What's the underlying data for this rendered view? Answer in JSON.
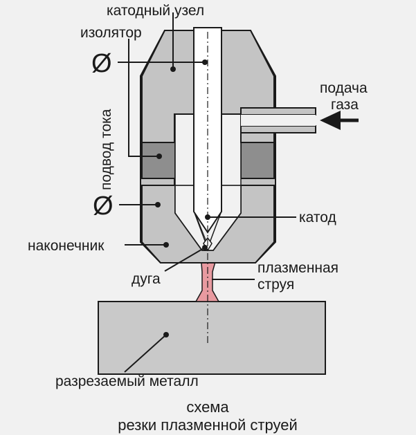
{
  "labels": {
    "cathode_assembly": "катодный узел",
    "insulator": "изолятор",
    "gas_supply_line1": "подача",
    "gas_supply_line2": "газа",
    "current_supply": "подвод тока",
    "cathode": "катод",
    "nozzle_tip": "наконечник",
    "arc": "дуга",
    "plasma_jet_line1": "плазменная",
    "plasma_jet_line2": "струя",
    "cut_metal": "разрезаемый металл"
  },
  "caption": {
    "line1": "схема",
    "line2": "резки плазменной струей"
  },
  "symbols": {
    "terminal_top": "Ø",
    "terminal_bottom": "Ø"
  },
  "colors": {
    "background": "#f1f1f1",
    "housing": "#c4c4c4",
    "insulator_band": "#8e8e8e",
    "cathode": "#ffffff",
    "plasma": "#e89aa0",
    "outline": "#1a1a1a"
  }
}
